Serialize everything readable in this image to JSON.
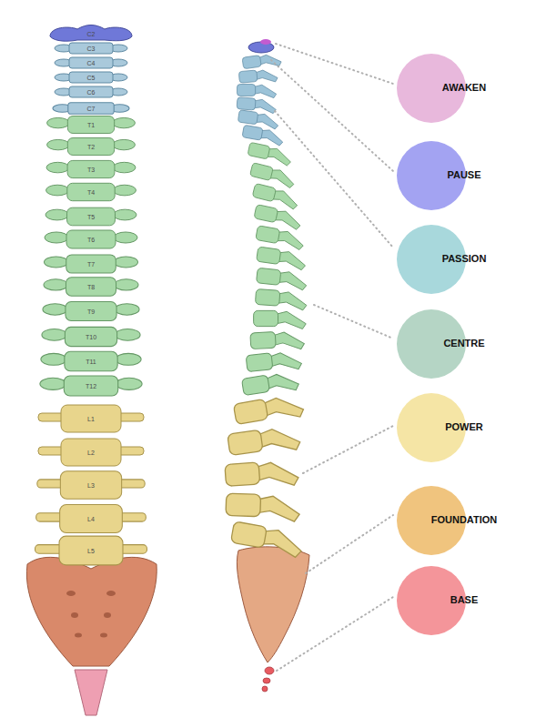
{
  "diagram": {
    "nodes": [
      {
        "text": [
          "AWAKEN"
        ]
      },
      {
        "text": [
          "PAUSE"
        ]
      },
      {
        "text": [
          "PASSION"
        ]
      },
      {
        "text": [
          "CENTRE"
        ]
      },
      {
        "text": [
          "POWER"
        ]
      },
      {
        "text": [
          "FOUNDATION"
        ]
      },
      {
        "text": [
          "BASE"
        ]
      }
    ],
    "labels": [
      "C2",
      "C3",
      "C4",
      "C5",
      "C6",
      "C7",
      "T1",
      "T2",
      "T3",
      "T4",
      "T5",
      "T6",
      "T7",
      "T8",
      "T9",
      "T10",
      "T11",
      "T12",
      "L1",
      "L2",
      "L3",
      "L4",
      "L5"
    ]
  }
}
